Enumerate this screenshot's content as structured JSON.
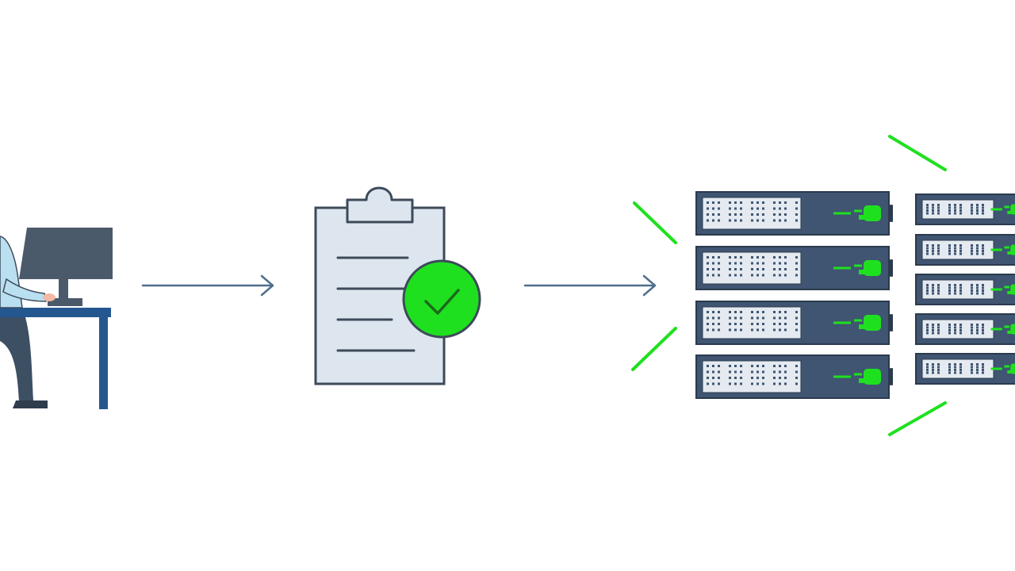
{
  "diagram": {
    "steps": [
      {
        "id": "user",
        "icon": "user-at-computer-icon"
      },
      {
        "id": "checklist",
        "icon": "approved-clipboard-icon"
      },
      {
        "id": "servers",
        "icon": "server-racks-icon"
      }
    ],
    "connectors": [
      {
        "from": "user",
        "to": "checklist",
        "icon": "arrow-right-icon"
      },
      {
        "from": "checklist",
        "to": "servers",
        "icon": "arrow-right-icon"
      }
    ]
  },
  "colors": {
    "outline": "#3d4a5a",
    "arrow": "#4f6f8c",
    "accent_green": "#1fe01f",
    "rack_body": "#3f5572",
    "clipboard_fill": "#dde6ef",
    "panel_fill": "#e4eaf0",
    "monitor": "#4b5a6b",
    "desk": "#24578f",
    "shirt": "#b9dff0",
    "pants": "#3c4f63",
    "skin": "#f2b9a4"
  }
}
